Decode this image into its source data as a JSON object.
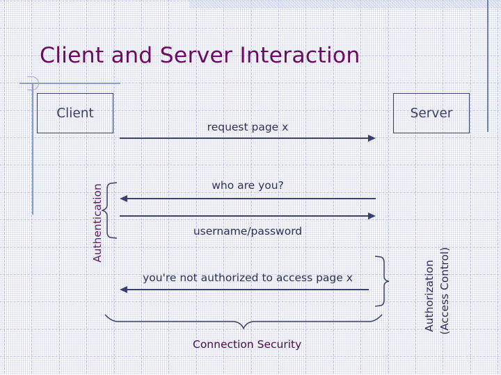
{
  "slide": {
    "title": "Client and Server Interaction",
    "title_color": "#6b0a61",
    "accent_color": "#3b3f63",
    "band_color": "#c3cfe8"
  },
  "nodes": {
    "client": "Client",
    "server": "Server"
  },
  "messages": [
    {
      "id": "request-page",
      "label": "request page x",
      "direction": "right"
    },
    {
      "id": "who-are-you",
      "label": "who are you?",
      "direction": "left"
    },
    {
      "id": "credentials",
      "label": "username/password",
      "direction": "right"
    },
    {
      "id": "not-authorized",
      "label": "you're not authorized to access page x",
      "direction": "left"
    }
  ],
  "groups": {
    "authentication": "Authentication",
    "authorization_line1": "Authorization",
    "authorization_line2": "(Access Control)",
    "connection_security": "Connection Security"
  }
}
